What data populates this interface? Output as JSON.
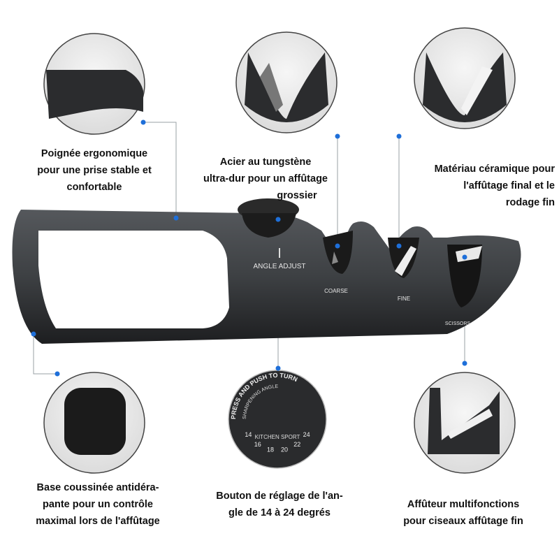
{
  "captions": {
    "handle": [
      "Poignée ergonomique",
      "pour une prise stable et",
      "confortable"
    ],
    "coarse": [
      "Acier au tungstène",
      "ultra-dur pour un affûtage",
      "grossier"
    ],
    "fine": [
      "Matériau céramique pour",
      "l'affûtage final et le",
      "rodage fin"
    ],
    "base": [
      "Base coussinée antidéra-",
      "pante pour un contrôle",
      "maximal lors de l'affûtage"
    ],
    "knob": [
      "Bouton de réglage de l'an-",
      "gle de 14 à 24 degrés"
    ],
    "scissors": [
      "Affûteur multifonctions",
      "pour ciseaux affûtage fin"
    ]
  },
  "product_labels": {
    "angle_adjust": "ANGLE ADJUST",
    "coarse": "COARSE",
    "fine": "FINE",
    "scissors": "SCISSORS"
  },
  "dial": {
    "outer": "PRESS AND PUSH TO TURN",
    "inner": "SHARPENING ANGLE",
    "brand": "KITCHEN SPORT",
    "angles": [
      "14",
      "16",
      "18",
      "20",
      "22",
      "24"
    ]
  },
  "colors": {
    "accent": "#1e6fd9",
    "body": "#3a3c3f",
    "line": "#9aa0a6"
  }
}
